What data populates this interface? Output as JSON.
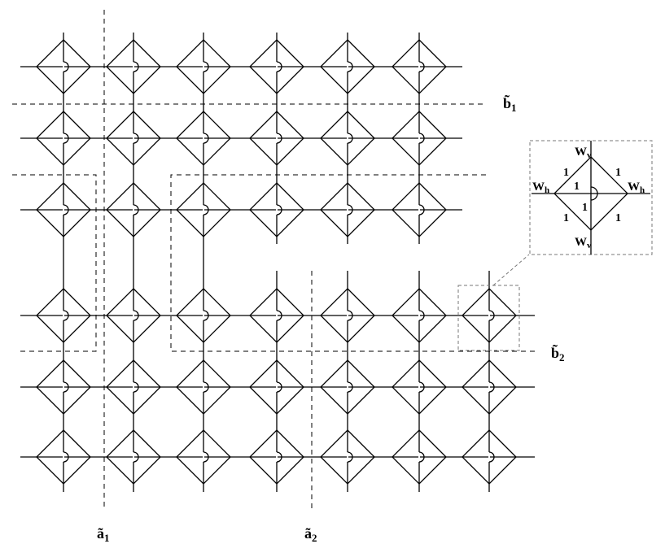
{
  "cut_labels": {
    "a1": {
      "main": "ã",
      "sub": "1"
    },
    "a2": {
      "main": "ã",
      "sub": "2"
    },
    "b1": {
      "main": "b̃",
      "sub": "1"
    },
    "b2": {
      "main": "b̃",
      "sub": "2"
    }
  },
  "inset": {
    "weight_vertical": {
      "main": "W",
      "sub": "v"
    },
    "weight_horizontal": {
      "main": "W",
      "sub": "h"
    },
    "unit_weight": "1"
  }
}
